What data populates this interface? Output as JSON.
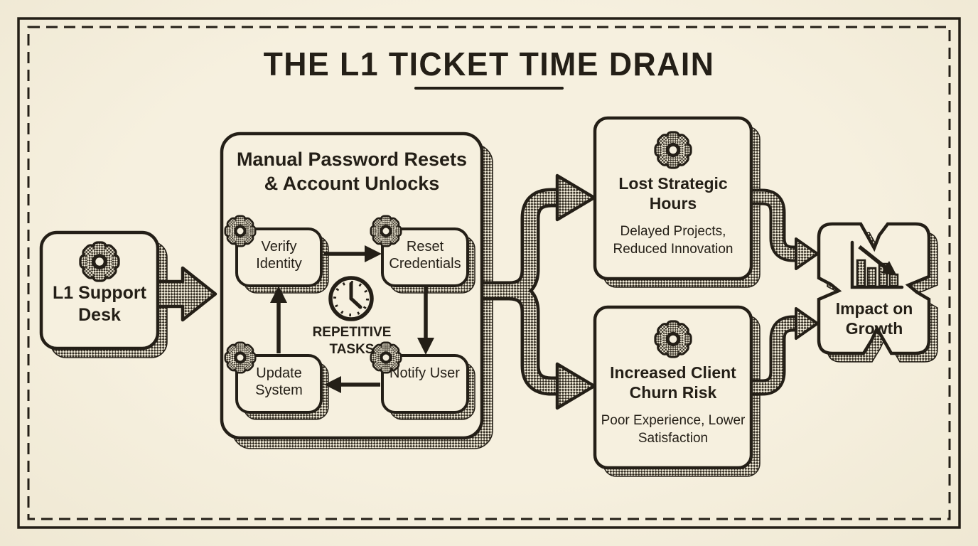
{
  "title": "THE L1 TICKET TIME DRAIN",
  "colors": {
    "paper": "#f2ecda",
    "ink": "#241f17"
  },
  "nodes": {
    "l1": {
      "label": "L1 Support Desk",
      "icon": "gear-icon"
    },
    "process": {
      "title": "Manual Password Resets & Account Unlocks",
      "cycle_label": "REPETITIVE TASKS",
      "cycle_icon": "clock-icon",
      "steps": {
        "verify": "Verify Identity",
        "reset": "Reset Credentials",
        "notify": "Notify User",
        "update": "Update System"
      },
      "step_icon": "gear-icon"
    },
    "lost": {
      "title": "Lost Strategic Hours",
      "subtitle": "Delayed Projects, Reduced Innovation",
      "icon": "gear-icon"
    },
    "churn": {
      "title": "Increased Client Churn Risk",
      "subtitle": "Poor Experience, Lower Satisfaction",
      "icon": "gear-icon"
    },
    "impact": {
      "label": "Impact on Growth",
      "icon": "declining-chart-icon"
    }
  }
}
